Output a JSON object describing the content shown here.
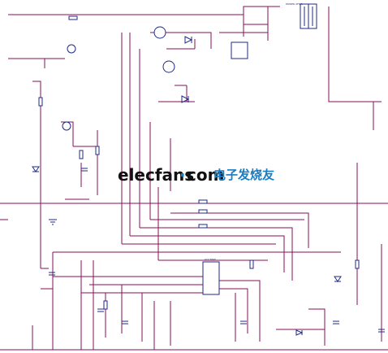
{
  "colors": {
    "wire": "#8a0f5a",
    "component": "#1f2a8a",
    "label": "#2a2a6a",
    "watermark_primary": "#111111",
    "watermark_accent": "#1a7dc4"
  },
  "watermark": {
    "site": "elecfans",
    "dot": "·",
    "tld": "com",
    "chinese": "电子发烧友"
  },
  "labels": {
    "power_block": "POWER XFMR",
    "ic": "UCC3895"
  },
  "schematic": {
    "icons": [
      "transformer-icon",
      "mosfet-icon",
      "diode-icon",
      "capacitor-icon",
      "resistor-icon",
      "ic-icon",
      "ground-icon"
    ]
  }
}
